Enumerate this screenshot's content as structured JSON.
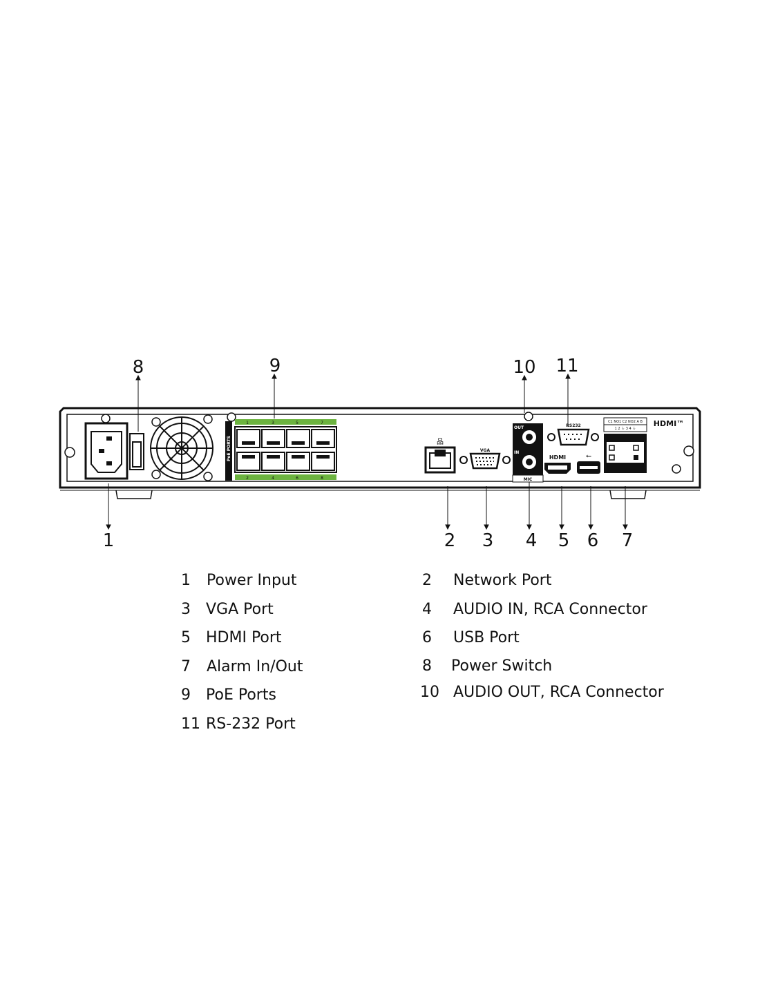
{
  "callouts_top": [
    "8",
    "9",
    "10",
    "11"
  ],
  "callouts_bottom": [
    "1",
    "2",
    "3",
    "4",
    "5",
    "6",
    "7"
  ],
  "panel_labels": {
    "poe": "PoE PORTS",
    "poe_top": [
      "1",
      "3",
      "5",
      "7"
    ],
    "poe_bottom": [
      "2",
      "4",
      "6",
      "8"
    ],
    "vga": "VGA",
    "out": "OUT",
    "in": "IN",
    "mic": "MIC",
    "rs232": "RS232",
    "hdmi": "HDMI",
    "hdmi_logo": "HDMI™",
    "alarm_top": "C1 NO1 C2 NO2  A  B",
    "alarm_bottom": "1  2  ⏚  3  4  ⏚"
  },
  "legend": [
    {
      "num": "1",
      "label": "Power Input"
    },
    {
      "num": "2",
      "label": "Network Port"
    },
    {
      "num": "3",
      "label": "VGA Port"
    },
    {
      "num": "4",
      "label": "AUDIO IN, RCA Connector"
    },
    {
      "num": "5",
      "label": "HDMI Port"
    },
    {
      "num": "6",
      "label": "USB Port"
    },
    {
      "num": "7",
      "label": "Alarm In/Out"
    },
    {
      "num": "8",
      "label": "Power Switch"
    },
    {
      "num": "9",
      "label": "PoE Ports"
    },
    {
      "num": "10",
      "label": "AUDIO OUT, RCA Connector"
    },
    {
      "num": "11",
      "label": "RS-232 Port"
    }
  ],
  "colors": {
    "poe_green": "#6cb33f",
    "line": "#111111"
  }
}
